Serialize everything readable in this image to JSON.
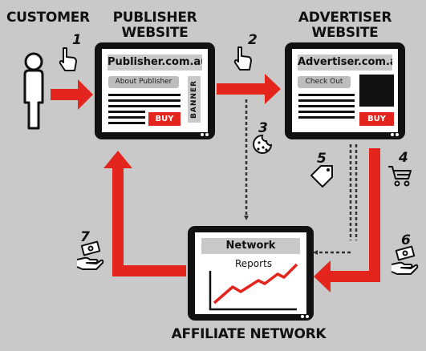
{
  "headings": {
    "customer": "CUSTOMER",
    "publisher": [
      "PUBLISHER",
      "WEBSITE"
    ],
    "advertiser": [
      "ADVERTISER",
      "WEBSITE"
    ],
    "network": "AFFILIATE NETWORK"
  },
  "publisher_screen": {
    "title": "Publisher.com.au",
    "about": "About Publisher",
    "banner": "BANNER",
    "buy": "BUY"
  },
  "advertiser_screen": {
    "title": "Advertiser.com.au",
    "checkout": "Check Out",
    "buy": "BUY"
  },
  "network_screen": {
    "title": "Network",
    "reports": "Reports"
  },
  "steps": [
    "1",
    "2",
    "3",
    "4",
    "5",
    "6",
    "7"
  ],
  "icons": [
    "person-icon",
    "click-hand-icon",
    "cookie-icon",
    "shopping-cart-icon",
    "price-tag-icon",
    "money-hand-icon"
  ],
  "colors": {
    "background": "#c9c9c9",
    "accent_red": "#e3251d",
    "device": "#111111"
  }
}
